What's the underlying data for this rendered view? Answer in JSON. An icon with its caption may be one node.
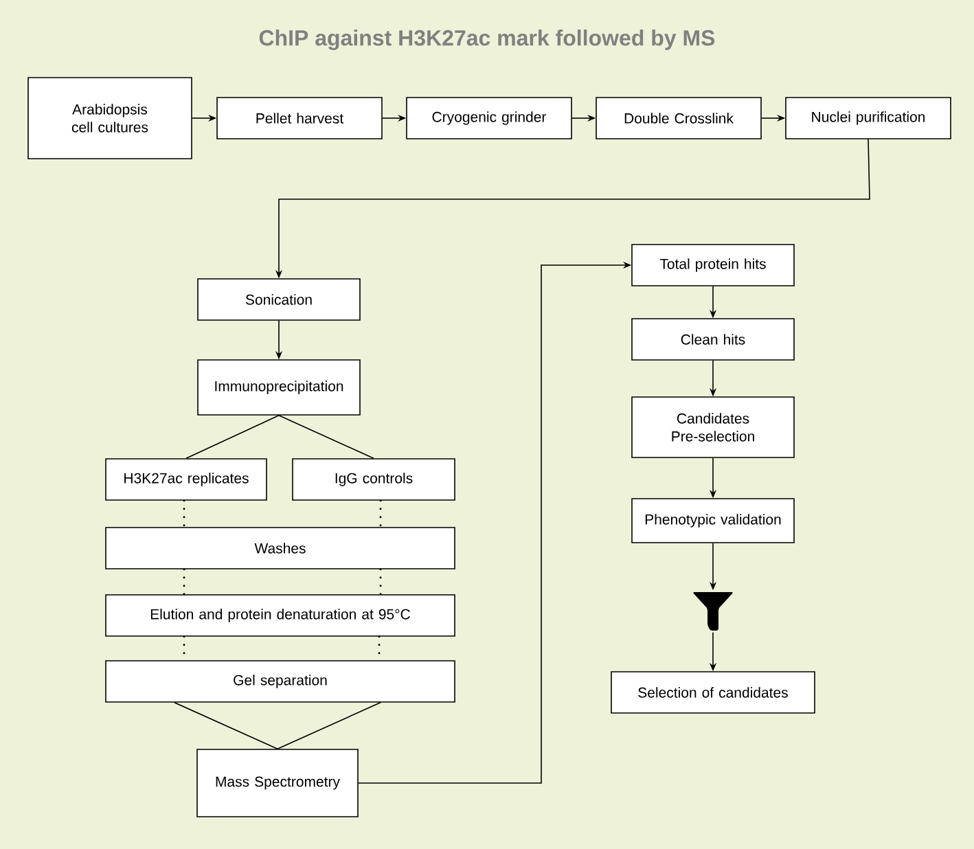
{
  "diagram": {
    "title": "ChIP against H3K27ac mark followed by MS",
    "nodes": [
      {
        "text": [
          "Arabidopsis cell cultures"
        ]
      },
      {
        "text": [
          "Pellet harvest"
        ]
      },
      {
        "text": [
          "Cryogenic grinder"
        ]
      },
      {
        "text": [
          "Double Crosslink"
        ]
      },
      {
        "text": [
          "Nuclei purification"
        ]
      },
      {
        "text": [
          "Sonication"
        ]
      },
      {
        "text": [
          "Immunoprecipitation"
        ]
      },
      {
        "text": [
          "H3K27ac replicates"
        ]
      },
      {
        "text": [
          "IgG controls"
        ]
      },
      {
        "text": [
          "Washes"
        ]
      },
      {
        "text": [
          "Elution and protein denaturation at 95°C"
        ]
      },
      {
        "text": [
          "Gel separation"
        ]
      },
      {
        "text": [
          "Mass Spectrometry"
        ]
      },
      {
        "text": [
          "Total protein hits"
        ]
      },
      {
        "text": [
          "Clean hits"
        ]
      },
      {
        "text": [
          "Candidates Pre-selection"
        ]
      },
      {
        "text": [
          "Phenotypic validation"
        ]
      },
      {
        "text": [],
        "shape": "funnel"
      },
      {
        "text": [
          "Selection of candidates"
        ]
      }
    ],
    "edges": [
      {
        "from": 0,
        "to": 1,
        "arrow": "to"
      },
      {
        "from": 1,
        "to": 2,
        "arrow": "to"
      },
      {
        "from": 2,
        "to": 3,
        "arrow": "to"
      },
      {
        "from": 3,
        "to": 4,
        "arrow": "to"
      },
      {
        "from": 4,
        "to": 5,
        "arrow": "to"
      },
      {
        "from": 5,
        "to": 6,
        "arrow": "to"
      },
      {
        "from": 6,
        "to": 7,
        "arrow": "none"
      },
      {
        "from": 6,
        "to": 8,
        "arrow": "none"
      },
      {
        "from": 7,
        "to": 9,
        "arrow": "none",
        "style": "dashed"
      },
      {
        "from": 8,
        "to": 9,
        "arrow": "none",
        "style": "dashed"
      },
      {
        "from": 9,
        "to": 10,
        "arrow": "none",
        "style": "dashed"
      },
      {
        "from": 9,
        "to": 10,
        "arrow": "none",
        "style": "dashed"
      },
      {
        "from": 10,
        "to": 11,
        "arrow": "none",
        "style": "dashed"
      },
      {
        "from": 10,
        "to": 11,
        "arrow": "none",
        "style": "dashed"
      },
      {
        "from": 11,
        "to": 12,
        "arrow": "none"
      },
      {
        "from": 11,
        "to": 12,
        "arrow": "none"
      },
      {
        "from": 12,
        "to": 13,
        "arrow": "to"
      },
      {
        "from": 13,
        "to": 14,
        "arrow": "to"
      },
      {
        "from": 14,
        "to": 15,
        "arrow": "to"
      },
      {
        "from": 15,
        "to": 16,
        "arrow": "to"
      },
      {
        "from": 16,
        "to": 17,
        "arrow": "to"
      },
      {
        "from": 17,
        "to": 18,
        "arrow": "to"
      }
    ]
  }
}
